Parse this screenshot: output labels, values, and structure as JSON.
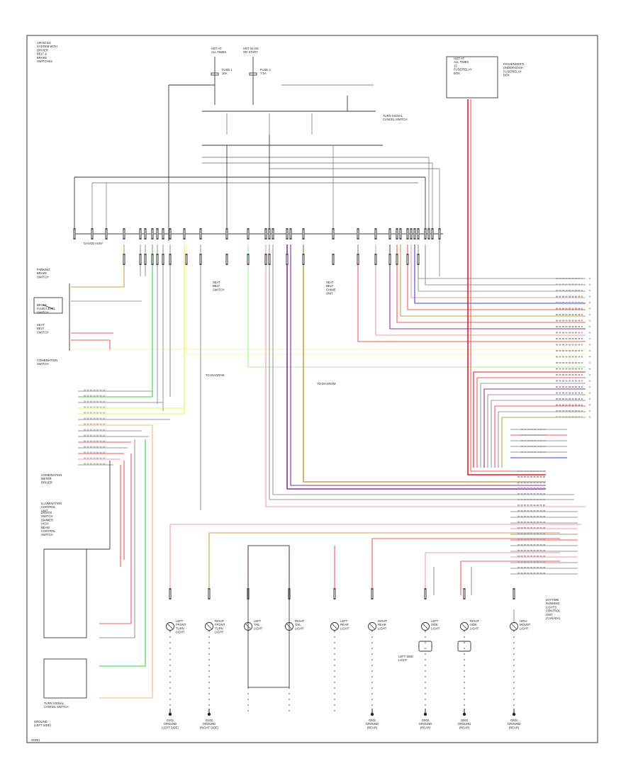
{
  "diagram": {
    "labels": {
      "top_left_note": [
        "AIR BAGS",
        "SYSTEM WITH",
        "DRIVER",
        "BELT &",
        "BRAKE",
        "SWITCHES"
      ],
      "hot_at_run_1": [
        "HOT AT",
        "ALL TIMES"
      ],
      "hot_at_run_2": [
        "HOT IN ON",
        "OR START"
      ],
      "top_right_box": [
        "HOT AT",
        "ALL TIMES",
        "",
        "15",
        "FUSE/RELAY",
        "BOX"
      ],
      "top_right_note": [
        "PASSENGER'S",
        "UNDER-DASH",
        "FUSE/RELAY",
        "BOX"
      ],
      "fuse_label_1": [
        "FUSE 1",
        "10A"
      ],
      "fuse_label_2": [
        "FUSE 2",
        "7.5A"
      ],
      "turn_signal": [
        "TURN SIGNAL",
        "CANCEL SWITCH"
      ],
      "gauge_assembly": "GAUGE ASSY",
      "left_switch_1": [
        "PARKING",
        "BRAKE",
        "SWITCH"
      ],
      "left_switch_2": [
        "BRAKE",
        "FLUID LEVEL",
        "SWITCH"
      ],
      "left_switch_3": [
        "SEAT",
        "BELT",
        "SWITCH"
      ],
      "combination_switch": [
        "COMBINATION",
        "SWITCH"
      ],
      "combination_meter": [
        "COMBINATION",
        "METER",
        "DRIVER"
      ],
      "lamp_note": [
        "ILLUMINATION",
        "CONTROL",
        "UNIT"
      ],
      "mid_left_note": [
        "LIGHTS",
        "SWITCH",
        "DIMMER",
        "HIGH",
        "BEAM",
        "CONTROL",
        "SWITCH"
      ],
      "wiring_note_1": "TO DIAGRAM",
      "wiring_note_2": "TO DIAGRAM",
      "ground_left": [
        "TURN SIGNAL",
        "CANCEL SWITCH"
      ],
      "bottom_left": [
        "GROUND",
        "(LEFT SIDE)"
      ],
      "right_note": [
        "DAYTIME",
        "RUNNING",
        "LIGHTS",
        "CONTROL",
        "UNIT",
        "(CANADA)"
      ],
      "part_number": "G0001",
      "center_connector_1": [
        "SEAT",
        "BELT",
        "SWITCH"
      ],
      "center_connector_2": [
        "SEAT",
        "BELT",
        "CHIME",
        "UNIT"
      ],
      "right_bottom_lamps": [
        "LEFT SIDE",
        "LIGHT"
      ]
    },
    "lamps": [
      {
        "label": [
          "LEFT",
          "FRONT",
          "TURN",
          "LIGHT"
        ]
      },
      {
        "label": [
          "RIGHT",
          "FRONT",
          "TURN",
          "LIGHT"
        ]
      },
      {
        "label": [
          "LEFT",
          "TAIL",
          "LIGHT"
        ]
      },
      {
        "label": [
          "RIGHT",
          "TAIL",
          "LIGHT"
        ]
      },
      {
        "label": [
          "LEFT",
          "REAR",
          "LIGHT"
        ]
      },
      {
        "label": [
          "RIGHT",
          "REAR",
          "LIGHT"
        ]
      },
      {
        "label": [
          "LEFT",
          "SIDE",
          "LIGHT"
        ]
      },
      {
        "label": [
          "RIGHT",
          "SIDE",
          "LIGHT"
        ]
      },
      {
        "label": [
          "HIGH",
          "MOUNT",
          "LIGHT"
        ]
      }
    ],
    "grounds": [
      {
        "label": [
          "G101",
          "GROUND",
          "(LEFT SIDE)"
        ]
      },
      {
        "label": [
          "G102",
          "GROUND",
          "(RIGHT SIDE)"
        ]
      },
      {
        "label": [
          "G501",
          "GROUND",
          "(REAR)"
        ]
      },
      {
        "label": [
          "G502",
          "GROUND",
          "(REAR)"
        ]
      },
      {
        "label": [
          "G503",
          "GROUND",
          "(REAR)"
        ]
      },
      {
        "label": [
          "G504",
          "GROUND",
          "(REAR)"
        ]
      }
    ],
    "wire_color_codes": {
      "black": "#3a3a3a",
      "red": "#f05a5a",
      "red_dark": "#e21d1d",
      "green": "#3cd23c",
      "yellow": "#f0f04a",
      "orange": "#f5b97a",
      "purple": "#8a2da0",
      "olive": "#c8a040",
      "blue": "#3c3cf0",
      "pink": "#f39aa0",
      "gray": "#9a9a9a",
      "light_green": "#9ff09f",
      "light_yellow": "#f6f6b0"
    }
  }
}
